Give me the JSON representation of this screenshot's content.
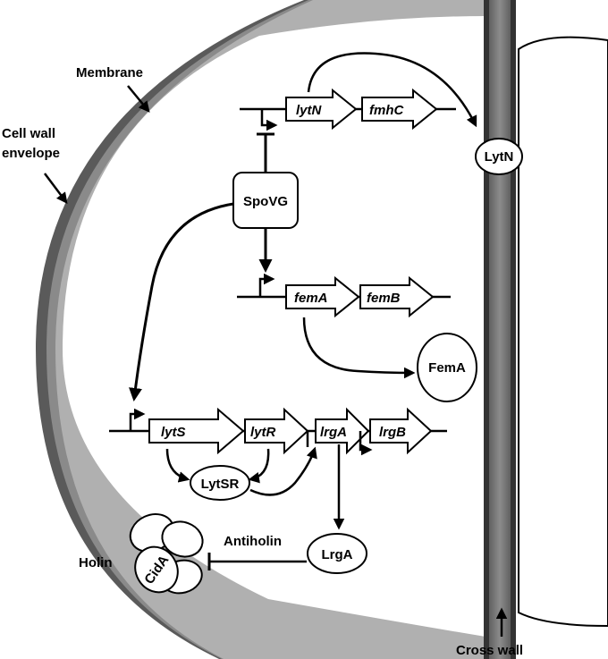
{
  "labels": {
    "membrane": "Membrane",
    "cell_wall_envelope_line1": "Cell wall",
    "cell_wall_envelope_line2": "envelope",
    "cross_wall": "Cross wall",
    "holin": "Holin",
    "antiholin": "Antiholin"
  },
  "genes": {
    "lytN": "lytN",
    "fmhC": "fmhC",
    "femA": "femA",
    "femB": "femB",
    "lytS": "lytS",
    "lytR": "lytR",
    "lrgA": "lrgA",
    "lrgB": "lrgB"
  },
  "proteins": {
    "spoVG": "SpoVG",
    "lytN": "LytN",
    "femA": "FemA",
    "lytSR": "LytSR",
    "lrgA": "LrgA",
    "cidA": "CidA"
  },
  "colors": {
    "wall_dark": "#3a3a3a",
    "wall_light": "#9a9a9a",
    "outline": "#000000",
    "fill": "#ffffff"
  }
}
